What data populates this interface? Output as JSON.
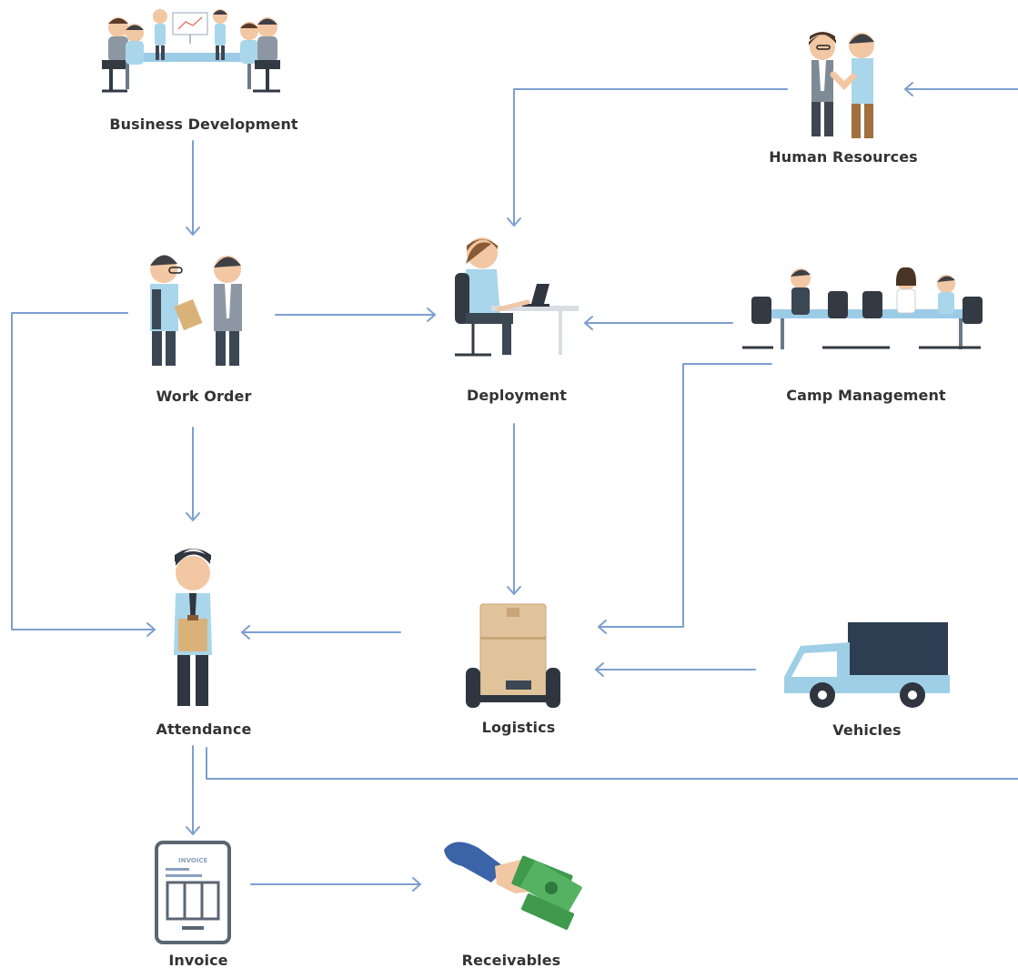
{
  "nodes": {
    "business_development": "Business Development",
    "human_resources": "Human Resources",
    "work_order": "Work Order",
    "deployment": "Deployment",
    "camp_management": "Camp Management",
    "attendance": "Attendance",
    "logistics": "Logistics",
    "vehicles": "Vehicles",
    "invoice": "Invoice",
    "receivables": "Receivables"
  },
  "invoice_doc_title": "INVOICE",
  "colors": {
    "arrow": "#7d9fd0",
    "label": "#333333",
    "shirt": "#a9d6ea",
    "truck": "#9fcfe6",
    "truck_cargo": "#2d3e52",
    "money": "#3f9a4e"
  }
}
